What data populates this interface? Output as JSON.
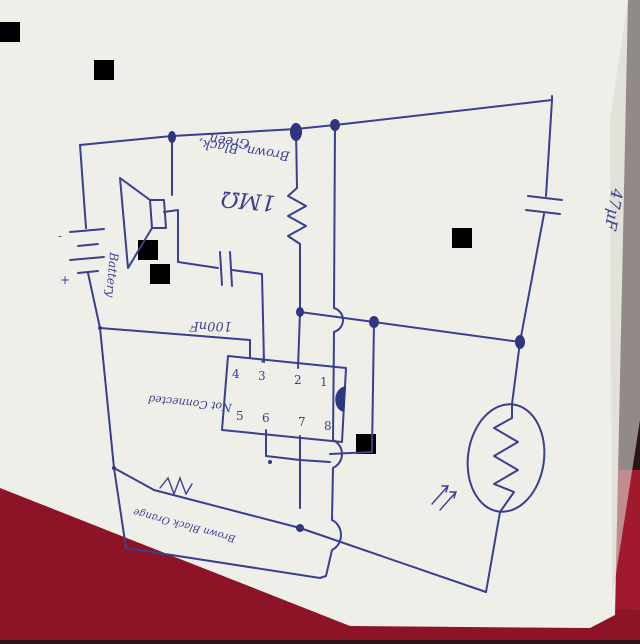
{
  "labels": {
    "resistor_value": "1MΩ",
    "resistor_colors_1": "Brown, Black,",
    "resistor_colors_2": "Green",
    "cap_small": "100nF",
    "cap_large": "47μF",
    "battery": "Battery",
    "not_connected": "Not Connected",
    "bottom_resistor": "Brown Black Orange"
  },
  "ic_pins_top": [
    "4",
    "3",
    "2",
    "1"
  ],
  "ic_pins_bottom": [
    "5",
    "6",
    "7",
    "8"
  ],
  "colors": {
    "paper": "#efefe9",
    "ink": "#3a3f8e",
    "table": "#a0192c"
  }
}
